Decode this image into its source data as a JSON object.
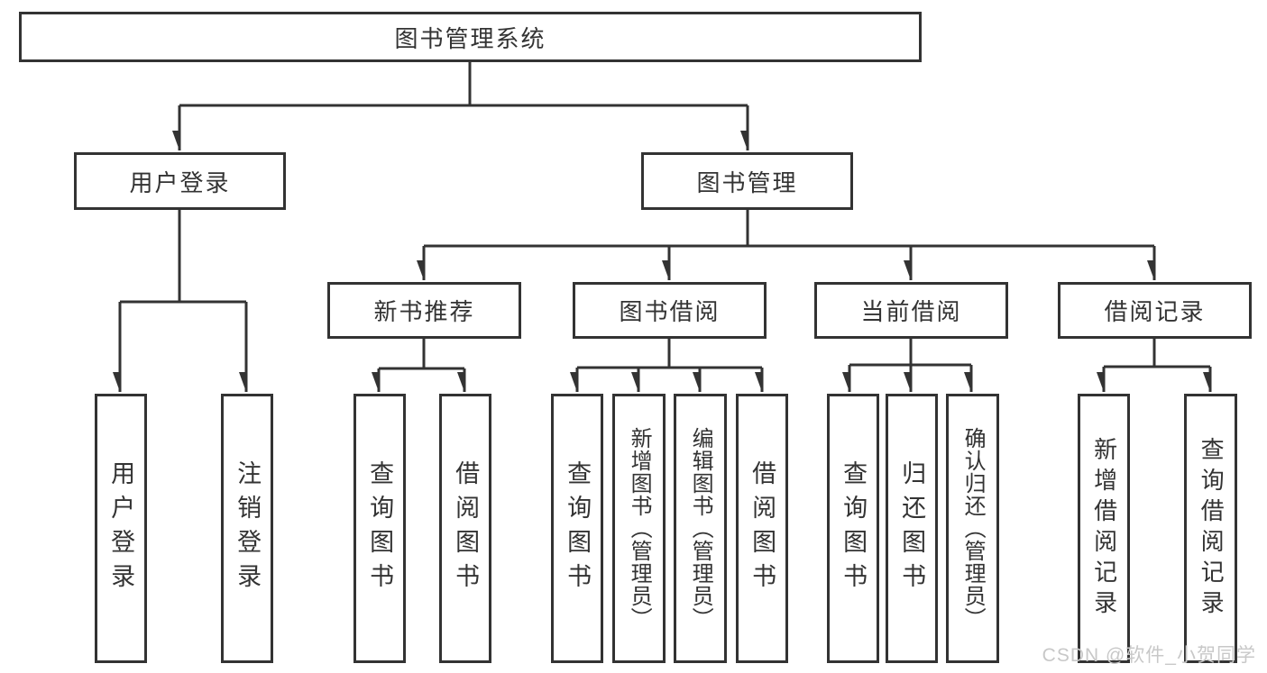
{
  "tree": {
    "label": "图书管理系统",
    "children": [
      {
        "label": "用户登录",
        "children": [
          {
            "label": "用户登录"
          },
          {
            "label": "注销登录"
          }
        ]
      },
      {
        "label": "图书管理",
        "children": [
          {
            "label": "新书推荐",
            "children": [
              {
                "label": "查询图书"
              },
              {
                "label": "借阅图书"
              }
            ]
          },
          {
            "label": "图书借阅",
            "children": [
              {
                "label": "查询图书"
              },
              {
                "label": "新增图书（管理员）"
              },
              {
                "label": "编辑图书（管理员）"
              },
              {
                "label": "借阅图书"
              }
            ]
          },
          {
            "label": "当前借阅",
            "children": [
              {
                "label": "查询图书"
              },
              {
                "label": "归还图书"
              },
              {
                "label": "确认归还（管理员）"
              }
            ]
          },
          {
            "label": "借阅记录",
            "children": [
              {
                "label": "新增借阅记录"
              },
              {
                "label": "查询借阅记录"
              }
            ]
          }
        ]
      }
    ]
  },
  "watermark": {
    "text": "CSDN @软件_小贺同学"
  },
  "colors": {
    "line": "#333333",
    "box_border": "#333333",
    "box_fill": "#ffffff",
    "text": "#333333",
    "watermark_text": "#c8c8c8",
    "background": "#ffffff"
  }
}
